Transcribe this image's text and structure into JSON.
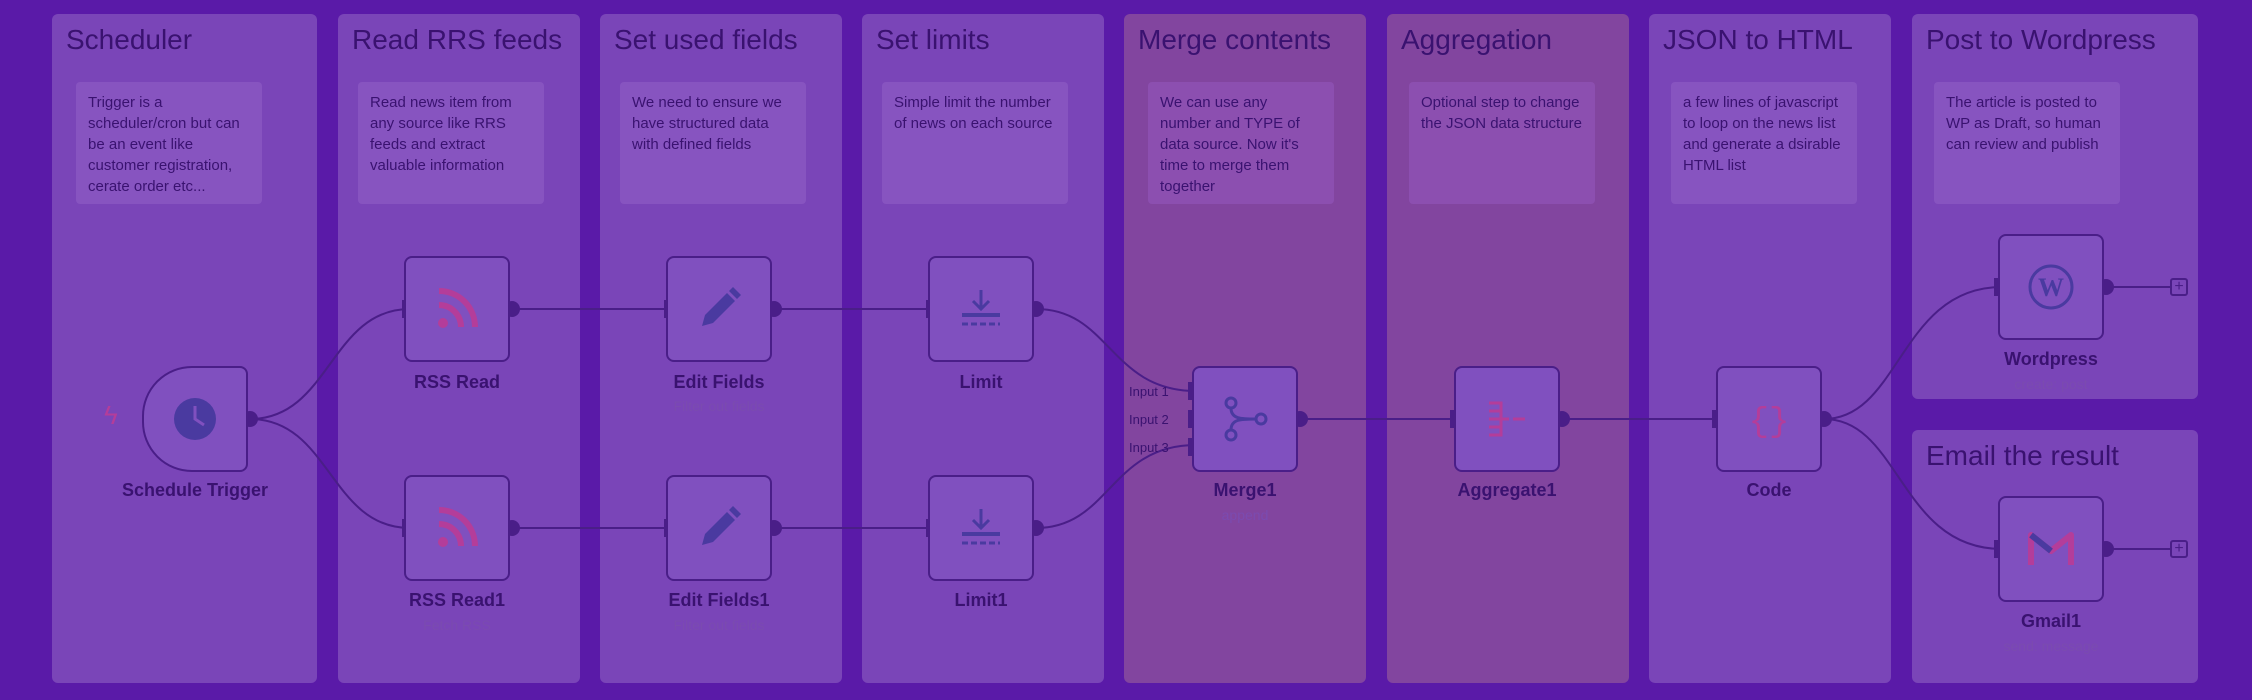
{
  "lanes": [
    {
      "title": "Scheduler",
      "note": "Trigger is a scheduler/cron but can be an event like customer registration, cerate order etc..."
    },
    {
      "title": "Read RRS feeds",
      "note": "Read news item from any source like RRS feeds and extract valuable information"
    },
    {
      "title": "Set used fields",
      "note": "We need to ensure we have structured data with defined fields"
    },
    {
      "title": "Set limits",
      "note": "Simple limit the number of news on each source"
    },
    {
      "title": "Merge contents",
      "note": "We can use any number and TYPE of data source. Now it's time to merge them together"
    },
    {
      "title": "Aggregation",
      "note": "Optional step to change the JSON data structure"
    },
    {
      "title": "JSON to HTML",
      "note": "a few lines of javascript to loop on the news list and generate a dsirable HTML list"
    },
    {
      "title": "Post to Wordpress",
      "note": "The article is posted to WP as Draft, so human can review and publish"
    },
    {
      "title": "Email the result",
      "note": ""
    }
  ],
  "nodes": {
    "schedule_trigger": {
      "label": "Schedule Trigger",
      "sub": ""
    },
    "rss_read": {
      "label": "RSS Read",
      "sub": ""
    },
    "rss_read1": {
      "label": "RSS Read1",
      "sub": "Fetch RSS"
    },
    "edit_fields": {
      "label": "Edit Fields",
      "sub": "Filter out fields"
    },
    "edit_fields1": {
      "label": "Edit Fields1",
      "sub": "Filter out fields"
    },
    "limit": {
      "label": "Limit",
      "sub": ""
    },
    "limit1": {
      "label": "Limit1",
      "sub": ""
    },
    "merge1": {
      "label": "Merge1",
      "sub": "append",
      "inputs": [
        "Input 1",
        "Input 2",
        "Input 3"
      ]
    },
    "aggregate1": {
      "label": "Aggregate1",
      "sub": ""
    },
    "code": {
      "label": "Code",
      "sub": ""
    },
    "wordpress": {
      "label": "Wordpress",
      "sub": "create: post"
    },
    "gmail1": {
      "label": "Gmail1",
      "sub": "send: message"
    }
  },
  "icons": {
    "schedule_trigger": "clock-icon",
    "rss": "rss-icon",
    "edit": "pencil-icon",
    "limit": "limit-icon",
    "merge": "merge-icon",
    "aggregate": "aggregate-icon",
    "code": "code-braces-icon",
    "wordpress": "wordpress-icon",
    "gmail": "gmail-icon"
  },
  "colors": {
    "background": "#5a1aa8",
    "lane": "#7a45b8",
    "lane_alt": "#82459f",
    "node": "#8050bf",
    "wire": "#4a1e88",
    "text": "#3a1270",
    "accent": "#b43d9a"
  }
}
